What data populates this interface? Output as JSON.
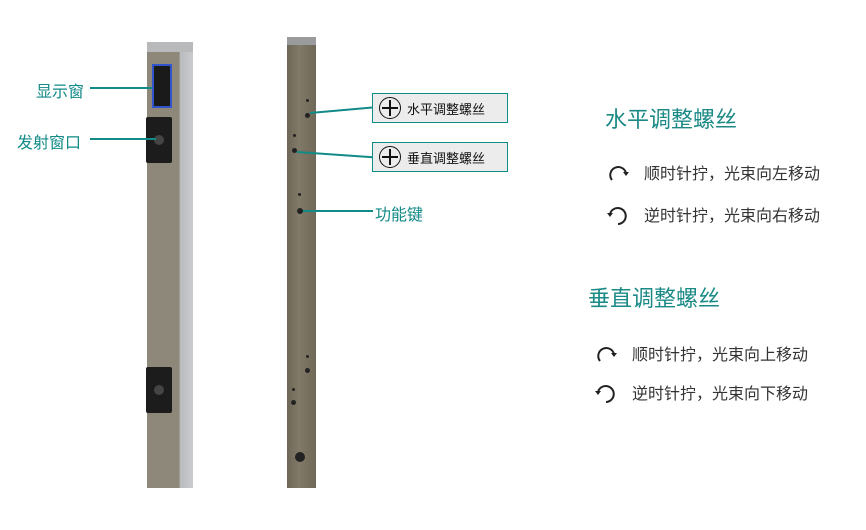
{
  "left_device": {
    "labels": {
      "display": "显示窗",
      "emitter": "发射窗口"
    }
  },
  "right_device": {
    "labels": {
      "horizontal_screw": "水平调整螺丝",
      "vertical_screw": "垂直调整螺丝",
      "function_key": "功能键"
    }
  },
  "legend": {
    "horizontal": {
      "title": "水平调整螺丝",
      "cw": "顺时针拧，光束向左移动",
      "ccw": "逆时针拧，光束向右移动"
    },
    "vertical": {
      "title": "垂直调整螺丝",
      "cw": "顺时针拧，光束向上移动",
      "ccw": "逆时针拧，光束向下移动"
    }
  },
  "colors": {
    "accent": "#128a88"
  }
}
